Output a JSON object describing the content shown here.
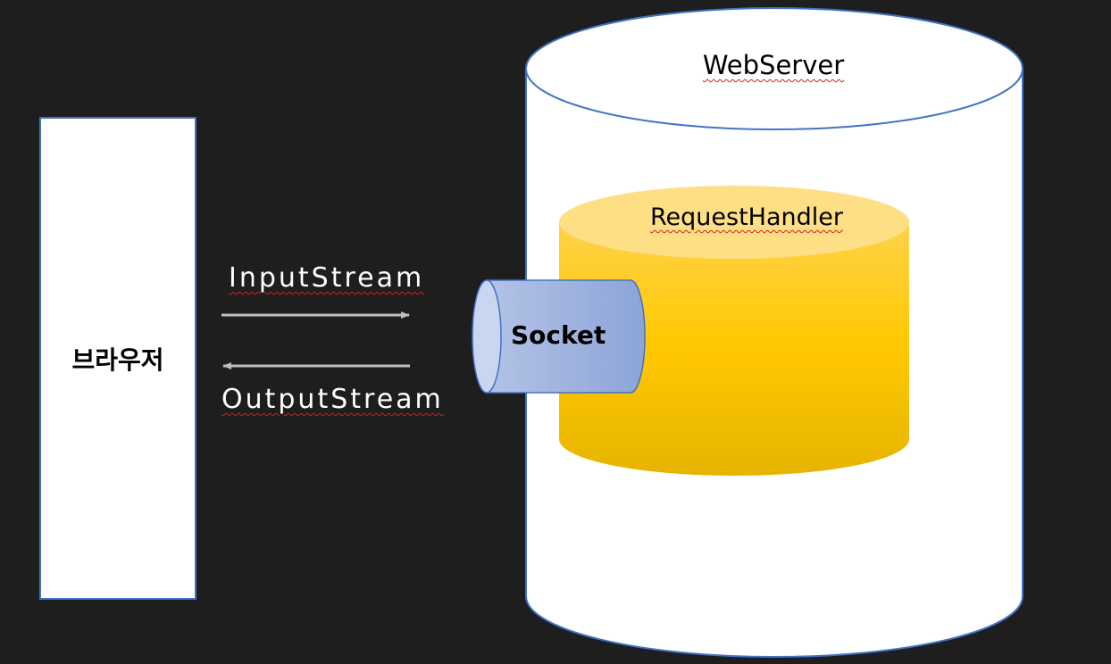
{
  "browser": {
    "label": "브라우저"
  },
  "streams": {
    "input_label": "InputStream",
    "output_label": "OutputStream"
  },
  "webserver": {
    "label": "WebServer"
  },
  "request_handler": {
    "label": "RequestHandler"
  },
  "socket": {
    "label": "Socket"
  },
  "colors": {
    "background": "#1e1e1e",
    "outline": "#4472c4",
    "handler_gold": "#ffc000",
    "socket_blue": "#8eaadb",
    "arrow_gray": "#bfbfbf"
  }
}
